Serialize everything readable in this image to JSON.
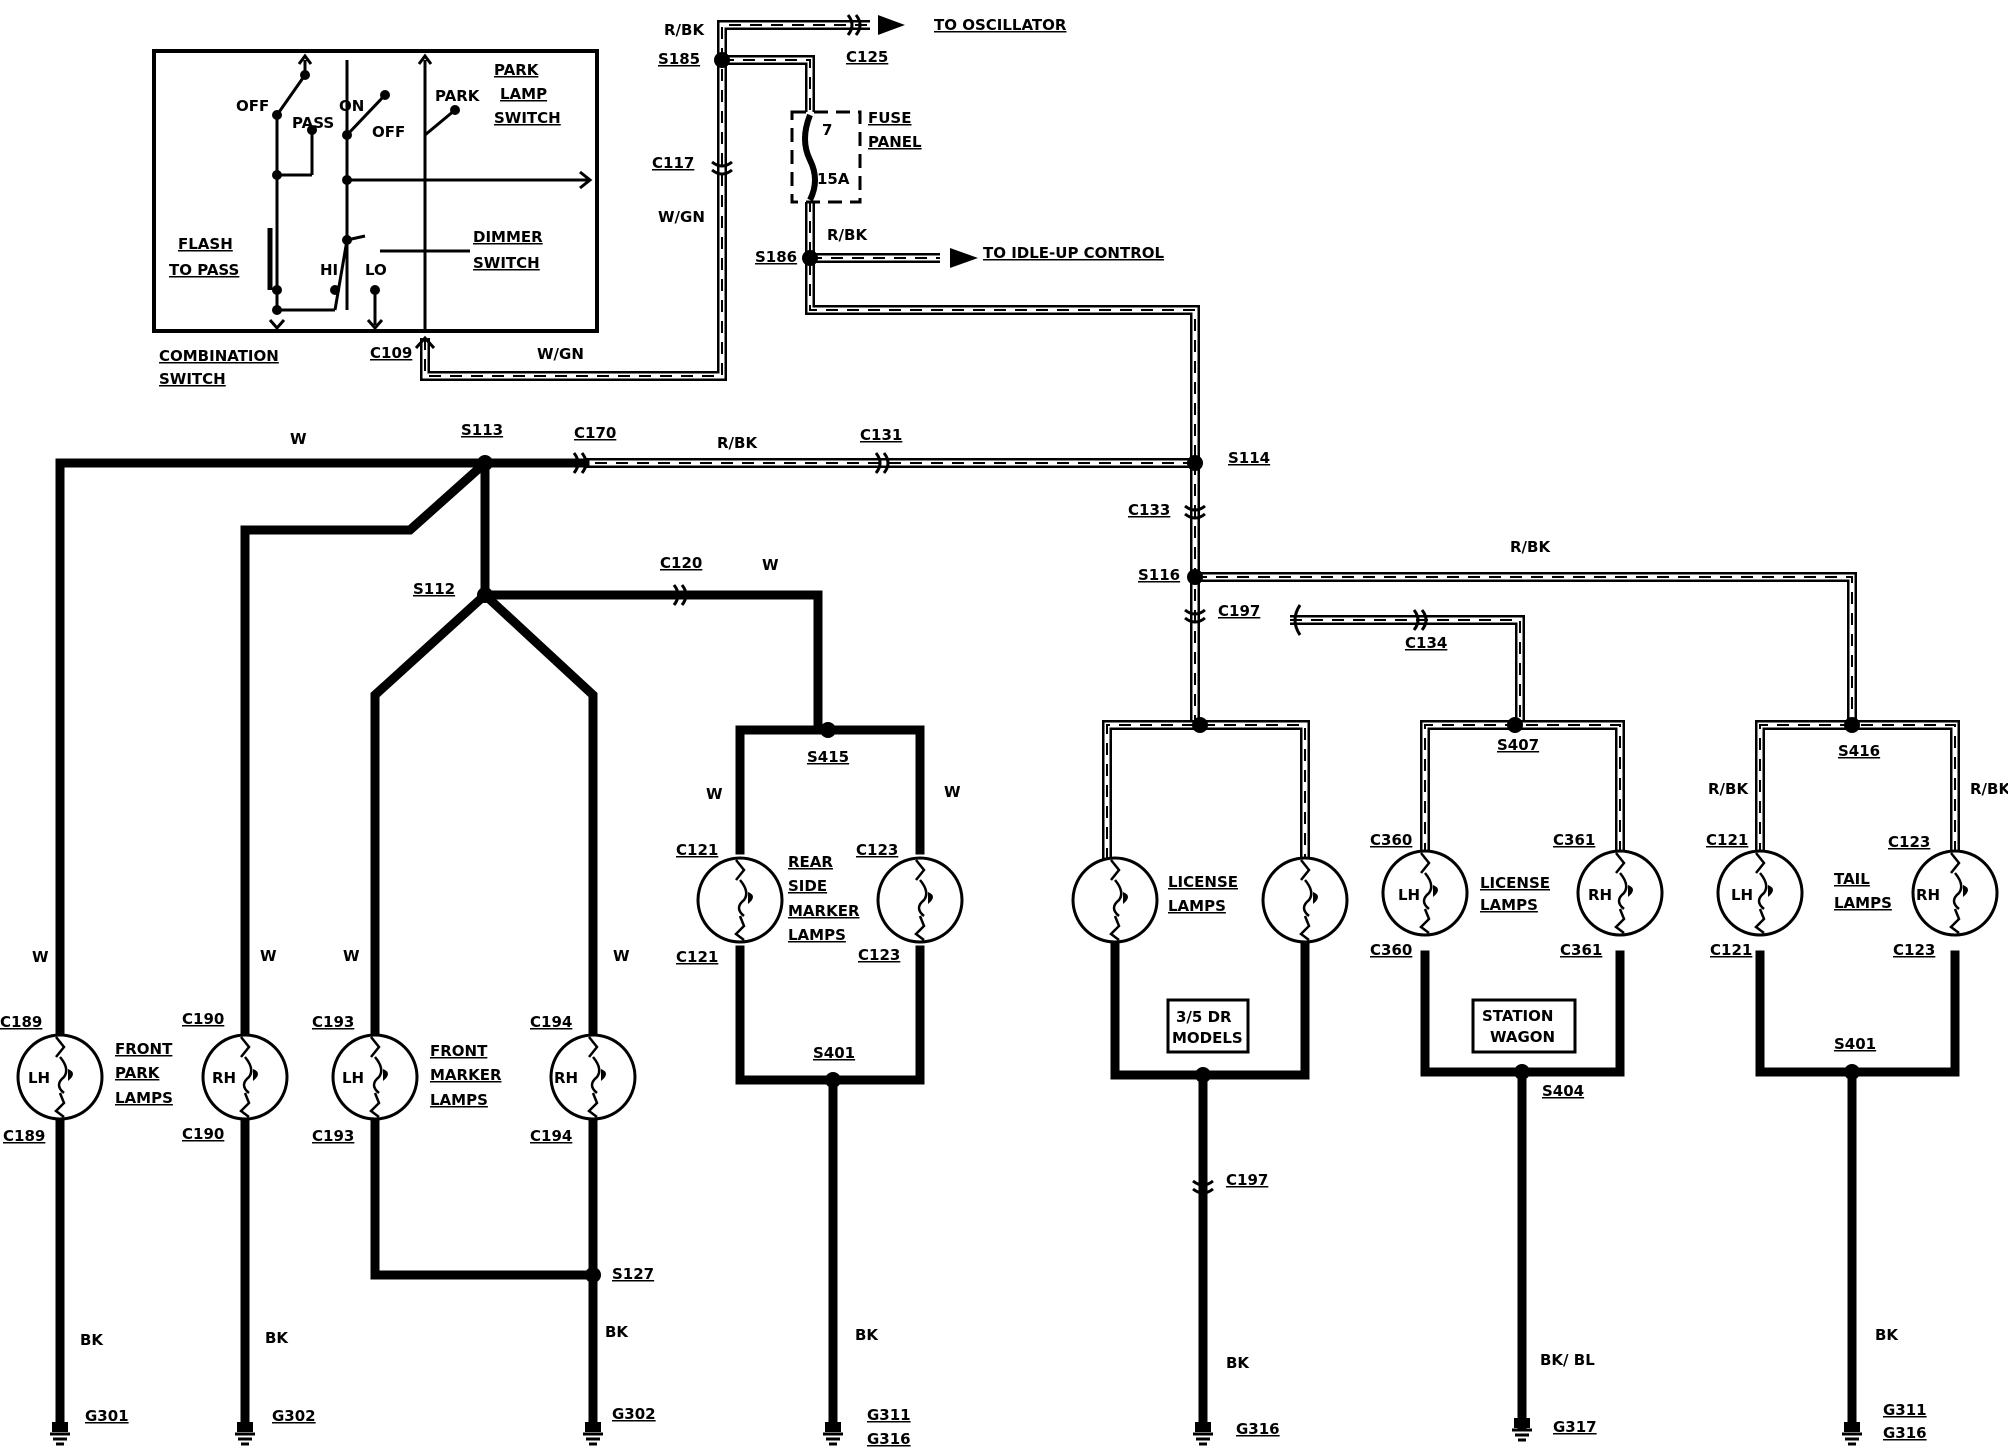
{
  "switch_box": {
    "off_1": "OFF",
    "on": "ON",
    "pass": "PASS",
    "off_2": "OFF",
    "park": "PARK",
    "park_lamp_switch": [
      "PARK",
      "LAMP",
      "SWITCH"
    ],
    "flash_to_pass": [
      "FLASH",
      "TO PASS"
    ],
    "dimmer_switch": [
      "DIMMER",
      "SWITCH"
    ],
    "hi": "HI",
    "lo": "LO",
    "combination_switch": [
      "COMBINATION",
      "SWITCH"
    ],
    "c109": "C109"
  },
  "top": {
    "rbk_top": "R/BK",
    "s185": "S185",
    "c125": "C125",
    "to_oscillator": "TO OSCILLATOR",
    "c117": "C117",
    "wgn_vert": "W/GN",
    "wgn_horiz": "W/GN",
    "fuse_panel": [
      "FUSE",
      "PANEL"
    ],
    "fuse_num": "7",
    "fuse_amp": "15A",
    "rbk_mid": "R/BK",
    "s186": "S186",
    "to_idle_up": "TO IDLE-UP CONTROL"
  },
  "bus": {
    "w_top": "W",
    "s113": "S113",
    "c170": "C170",
    "rbk": "R/BK",
    "c131": "C131",
    "s114": "S114",
    "c133": "C133",
    "s116": "S116",
    "rbk_right": "R/BK",
    "c197": "C197",
    "c134": "C134",
    "s112": "S112",
    "c120": "C120",
    "w_c120": "W"
  },
  "front": {
    "w1": "W",
    "w2": "W",
    "w3": "W",
    "w4": "W",
    "c189a": "C189",
    "c189b": "C189",
    "c190a": "C190",
    "c190b": "C190",
    "c193a": "C193",
    "c193b": "C193",
    "c194a": "C194",
    "c194b": "C194",
    "lh1": "LH",
    "rh1": "RH",
    "lh2": "LH",
    "rh2": "RH",
    "front_park_lamps": [
      "FRONT",
      "PARK",
      "LAMPS"
    ],
    "front_marker_lamps": [
      "FRONT",
      "MARKER",
      "LAMPS"
    ],
    "s127": "S127",
    "bk1": "BK",
    "bk2": "BK",
    "bk3": "BK",
    "g301": "G301",
    "g302a": "G302",
    "g302b": "G302"
  },
  "rear_side": {
    "s415": "S415",
    "w_l": "W",
    "w_r": "W",
    "c121a": "C121",
    "c121b": "C121",
    "c123a": "C123",
    "c123b": "C123",
    "label": [
      "REAR",
      "SIDE",
      "MARKER",
      "LAMPS"
    ],
    "s401": "S401",
    "bk": "BK",
    "g311": "G311",
    "g316": "G316"
  },
  "license_35": {
    "label": [
      "LICENSE",
      "LAMPS"
    ],
    "models": [
      "3/5 DR",
      "MODELS"
    ],
    "c197": "C197",
    "bk": "BK",
    "g316": "G316"
  },
  "license_wagon": {
    "s407": "S407",
    "c360a": "C360",
    "c360b": "C360",
    "c361a": "C361",
    "c361b": "C361",
    "lh": "LH",
    "rh": "RH",
    "label": [
      "LICENSE",
      "LAMPS"
    ],
    "wagon": [
      "STATION",
      "WAGON"
    ],
    "s404": "S404",
    "bkbl": "BK/ BL",
    "g317": "G317"
  },
  "tail": {
    "s416": "S416",
    "rbk_l": "R/BK",
    "rbk_r": "R/BK",
    "c121a": "C121",
    "c121b": "C121",
    "c123a": "C123",
    "c123b": "C123",
    "lh": "LH",
    "rh": "RH",
    "label": [
      "TAIL",
      "LAMPS"
    ],
    "s401": "S401",
    "bk": "BK",
    "g311": "G311",
    "g316": "G316"
  }
}
